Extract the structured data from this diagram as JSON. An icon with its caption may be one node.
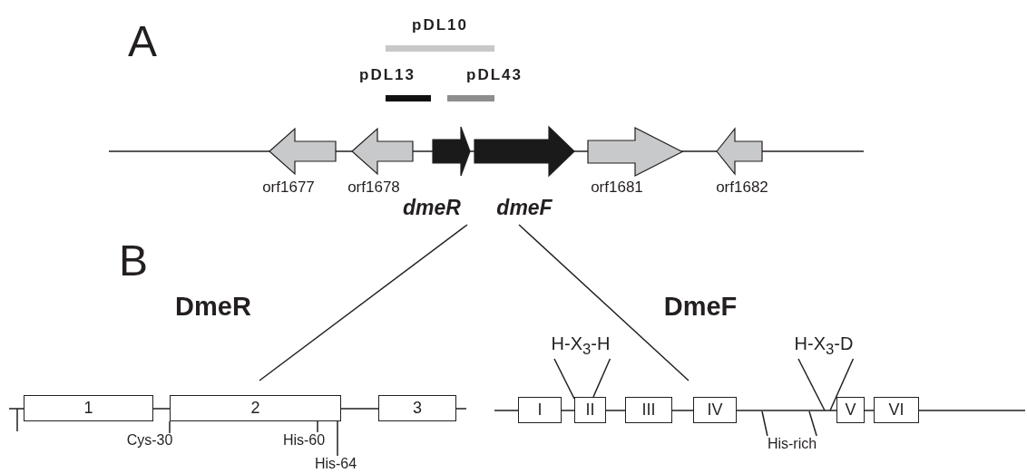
{
  "diagram": {
    "nodes": [
      {
        "text": [
          "pDL10"
        ]
      },
      {
        "text": [
          "pDL13"
        ]
      },
      {
        "text": [
          "pDL43"
        ]
      },
      {
        "text": [],
        "shape": "arrow",
        "beside": [
          "orf1677"
        ]
      },
      {
        "text": [],
        "shape": "arrow",
        "beside": [
          "orf1678"
        ]
      },
      {
        "text": [],
        "shape": "arrow",
        "beside": [
          "dmeR"
        ]
      },
      {
        "text": [],
        "shape": "arrow",
        "beside": [
          "dmeF"
        ]
      },
      {
        "text": [],
        "shape": "arrow",
        "beside": [
          "orf1681"
        ]
      },
      {
        "text": [],
        "shape": "arrow",
        "beside": [
          "orf1682"
        ]
      },
      {
        "text": [],
        "shape": "line"
      },
      {
        "text": [
          "1"
        ],
        "in": 9
      },
      {
        "text": [
          "2"
        ],
        "in": 9
      },
      {
        "text": [
          "3"
        ],
        "in": 9
      },
      {
        "text": [],
        "shape": "line"
      },
      {
        "text": [
          "I"
        ],
        "in": 13
      },
      {
        "text": [
          "II"
        ],
        "in": 13
      },
      {
        "text": [
          "III"
        ],
        "in": 13
      },
      {
        "text": [
          "IV"
        ],
        "in": 13
      },
      {
        "text": [
          "V"
        ],
        "in": 13
      },
      {
        "text": [
          "VI"
        ],
        "in": 13
      },
      {
        "text": [
          "Cys-30"
        ]
      },
      {
        "text": [
          "His-60"
        ]
      },
      {
        "text": [
          "His-64"
        ]
      },
      {
        "text": [
          "H-X$_{3}$-H"
        ]
      },
      {
        "text": [
          "H-X$_{3}$-D"
        ]
      },
      {
        "text": [
          "His-rich"
        ]
      }
    ],
    "edges": [
      {
        "from": 5,
        "to": 9,
        "arrow": "none"
      },
      {
        "from": 6,
        "to": 13,
        "arrow": "none"
      },
      {
        "from": 20,
        "to": 11,
        "arrow": "none"
      },
      {
        "from": 21,
        "to": 11,
        "arrow": "none"
      },
      {
        "from": 22,
        "to": 11,
        "arrow": "none"
      },
      {
        "from": 23,
        "to": 15,
        "arrow": "none"
      },
      {
        "from": 23,
        "to": 15,
        "arrow": "none"
      },
      {
        "from": 24,
        "to": 13,
        "arrow": "none"
      },
      {
        "from": 24,
        "to": 13,
        "arrow": "none"
      },
      {
        "from": 25,
        "to": 13,
        "arrow": "none"
      },
      {
        "from": 25,
        "to": 13,
        "arrow": "none"
      }
    ],
    "labels": [
      "A",
      "B",
      "DmeR",
      "DmeF"
    ]
  }
}
